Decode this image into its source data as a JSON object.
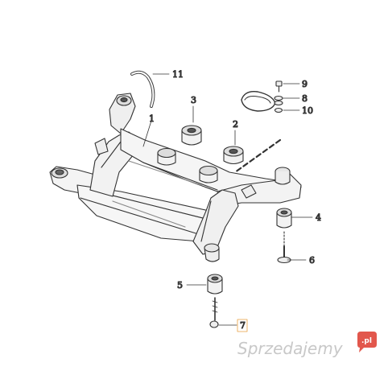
{
  "diagram": {
    "callouts": [
      {
        "id": "1",
        "label": "1"
      },
      {
        "id": "2",
        "label": "2"
      },
      {
        "id": "3",
        "label": "3"
      },
      {
        "id": "4",
        "label": "4"
      },
      {
        "id": "5",
        "label": "5"
      },
      {
        "id": "6",
        "label": "6"
      },
      {
        "id": "7",
        "label": "7"
      },
      {
        "id": "8",
        "label": "8"
      },
      {
        "id": "9",
        "label": "9"
      },
      {
        "id": "10",
        "label": "10"
      },
      {
        "id": "11",
        "label": "11"
      }
    ]
  },
  "watermark": {
    "text": "Sprzedajemy",
    "badge": ".pl",
    "text_color": "#c8c8c8",
    "badge_color": "#e2574c"
  }
}
